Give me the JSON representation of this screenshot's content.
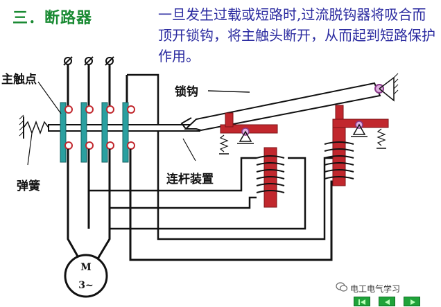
{
  "title": "三．断路器",
  "description": "一旦发生过载或短路时,过流脱钩器将吸合而顶开锁钩，将主触头断开，从而起到短路保护作用。",
  "labels": {
    "main_contact": "主触点",
    "spring": "弹簧",
    "latch": "锁钩",
    "linkage": "连杆装置"
  },
  "motor": {
    "line1": "M",
    "line2": "3~"
  },
  "watermark": "电工电气学习",
  "colors": {
    "title": "#1a8a33",
    "description": "#2b2ba0",
    "contact_bar": "#2aa0a0",
    "magnet": "#c1272d",
    "pivot": "#c080c0",
    "nav": "#1fa33a"
  },
  "nav_icons": [
    "first-slide-icon",
    "prev-slide-icon",
    "next-slide-icon"
  ]
}
